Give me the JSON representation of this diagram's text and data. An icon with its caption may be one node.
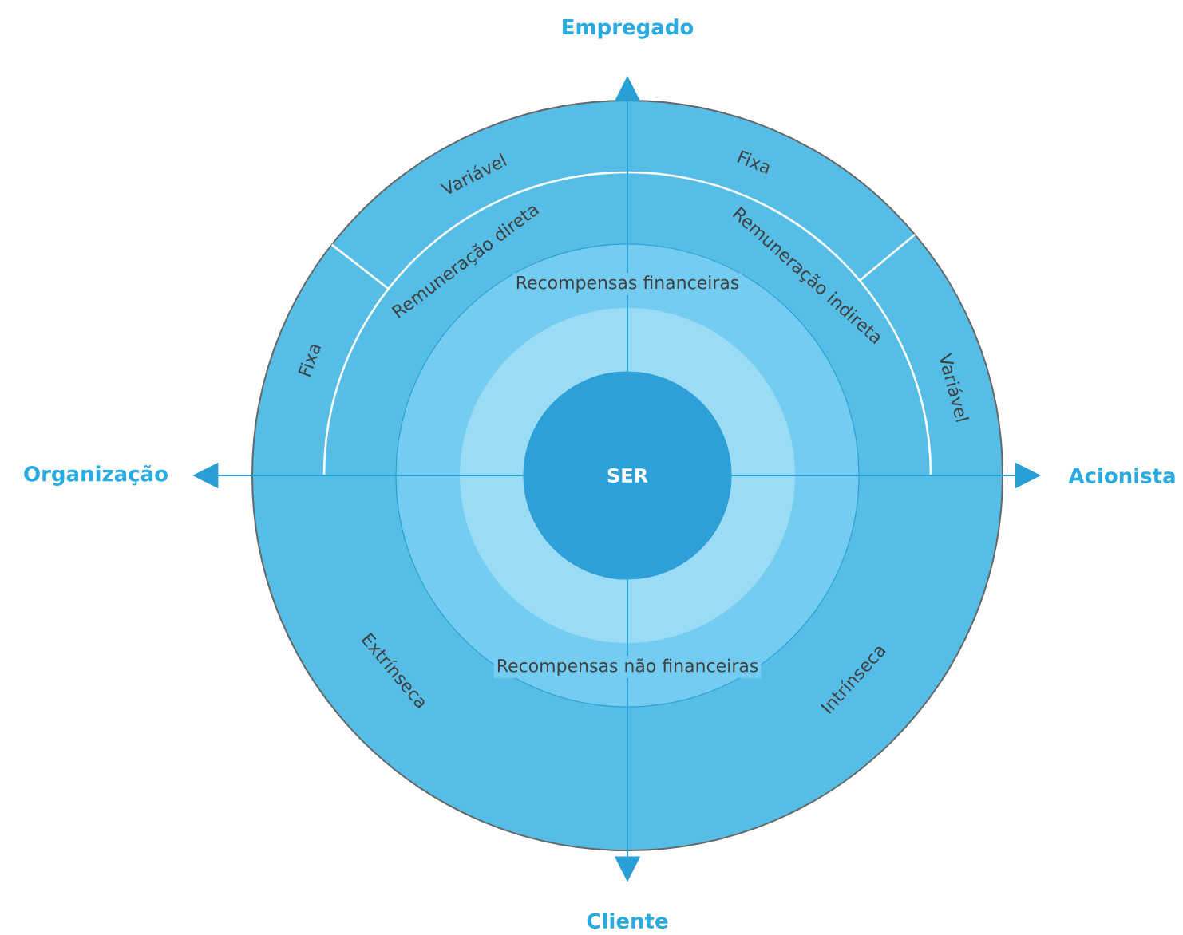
{
  "diagram": {
    "nodes": [
      {
        "text": [
          "SER"
        ]
      },
      {
        "text": [
          "Empregado"
        ]
      },
      {
        "text": [
          "Acionista"
        ]
      },
      {
        "text": [
          "Cliente"
        ]
      },
      {
        "text": [
          "Organização"
        ]
      }
    ],
    "edges": [
      {
        "from": 0,
        "to": 1,
        "arrow": "to"
      },
      {
        "from": 0,
        "to": 2,
        "arrow": "to"
      },
      {
        "from": 0,
        "to": 3,
        "arrow": "to"
      },
      {
        "from": 0,
        "to": 4,
        "arrow": "to"
      }
    ],
    "labels": [
      "Variável",
      "Fixa",
      "Fixa",
      "Variável",
      "Remuneração direta",
      "Remuneração indireta",
      "Recompensas financeiras",
      "Recompensas não financeiras",
      "Extrínseca",
      "Intrínseca"
    ]
  }
}
